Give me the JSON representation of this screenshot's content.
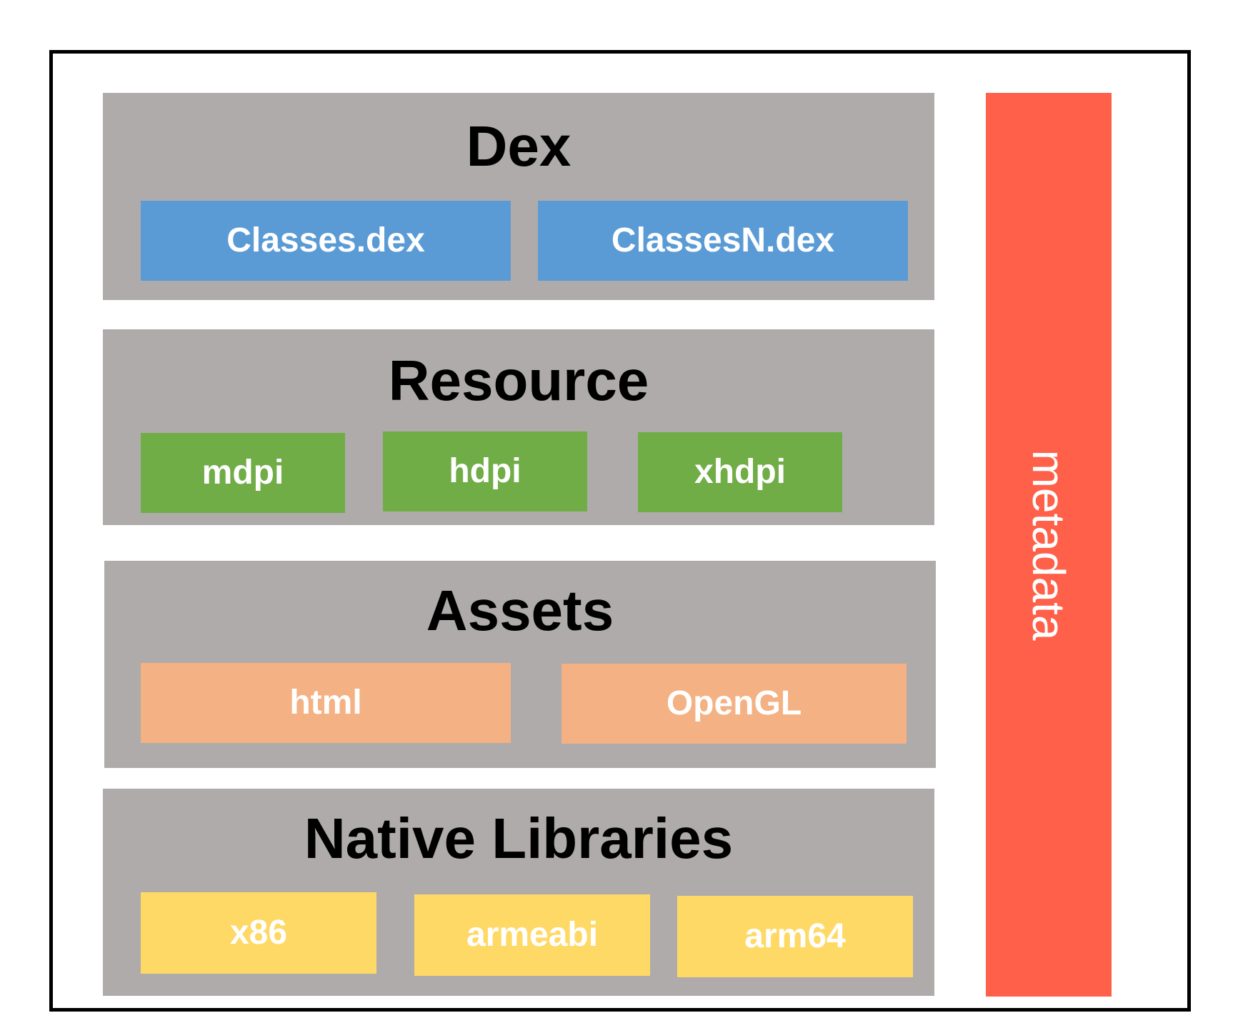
{
  "diagram": {
    "sections": [
      {
        "title": "Dex",
        "color": "#afabaa",
        "items": [
          {
            "label": "Classes.dex",
            "color": "#5b9bd5"
          },
          {
            "label": "ClassesN.dex",
            "color": "#5b9bd5"
          }
        ]
      },
      {
        "title": "Resource",
        "color": "#afabaa",
        "items": [
          {
            "label": "mdpi",
            "color": "#70ad47"
          },
          {
            "label": "hdpi",
            "color": "#70ad47"
          },
          {
            "label": "xhdpi",
            "color": "#70ad47"
          }
        ]
      },
      {
        "title": "Assets",
        "color": "#afabaa",
        "items": [
          {
            "label": "html",
            "color": "#f4b183"
          },
          {
            "label": "OpenGL",
            "color": "#f4b183"
          }
        ]
      },
      {
        "title": "Native Libraries",
        "color": "#afabaa",
        "items": [
          {
            "label": "x86",
            "color": "#ffd966"
          },
          {
            "label": "armeabi",
            "color": "#ffd966"
          },
          {
            "label": "arm64",
            "color": "#ffd966"
          }
        ]
      }
    ],
    "side_bar": {
      "label": "metadata",
      "color": "#ff6049"
    }
  }
}
